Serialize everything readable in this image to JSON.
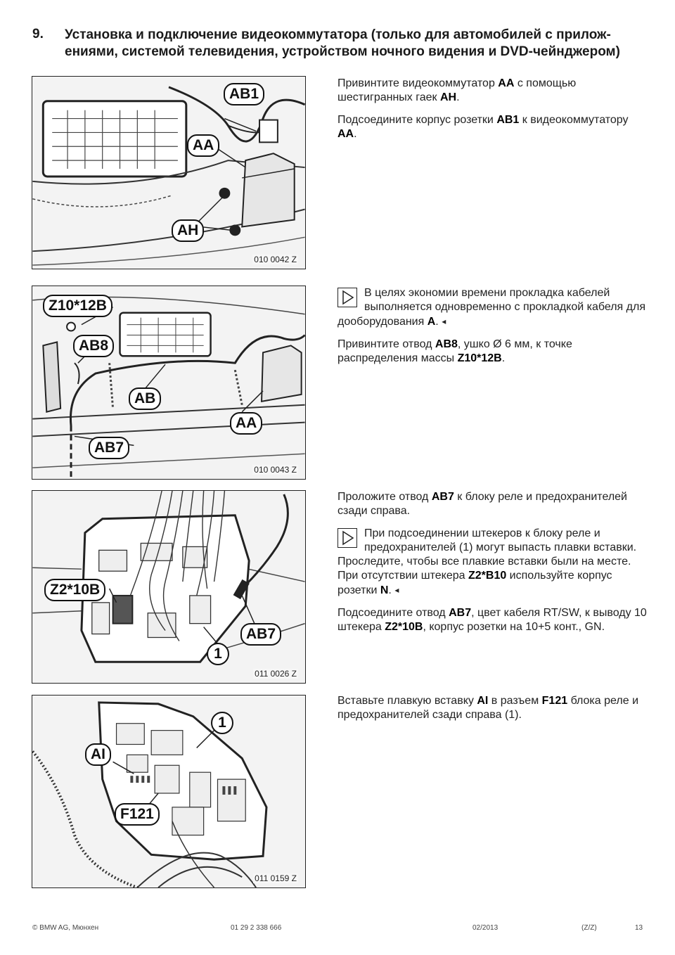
{
  "section": {
    "number": "9.",
    "title": "Установка и подключение видеокоммутатора (только для автомобилей с прилож- ениями, системой телевидения, устройством ночного видения и DVD-чейнджером)"
  },
  "figures": [
    {
      "code": "010 0042 Z",
      "labels": {
        "ab1": "AB1",
        "aa": "AA",
        "ah": "AH"
      }
    },
    {
      "code": "010 0043 Z",
      "labels": {
        "z10": "Z10*12B",
        "ab8": "AB8",
        "ab": "AB",
        "aa": "AA",
        "ab7": "AB7"
      }
    },
    {
      "code": "011 0026 Z",
      "labels": {
        "z2": "Z2*10B",
        "ab7": "AB7",
        "one": "1"
      }
    },
    {
      "code": "011 0159 Z",
      "labels": {
        "one": "1",
        "ai": "AI",
        "f121": "F121"
      }
    }
  ],
  "texts": {
    "s1p1": {
      "t1": "Привинтите видеокоммутатор ",
      "b1": "AA",
      "t2": " с помощью шестигранных гаек ",
      "b2": "AH",
      "t3": "."
    },
    "s1p2": {
      "t1": "Подсоедините корпус розетки ",
      "b1": "AB1",
      "t2": " к видеокоммутатору ",
      "b2": "AA",
      "t3": "."
    },
    "s2note": {
      "t1": "В целях экономии времени прокладка кабелей выполняется одновременно с прокладкой кабеля для дооборудования ",
      "b1": "A",
      "t2": ".",
      "end": "◂"
    },
    "s2p1": {
      "t1": "Привинтите отвод ",
      "b1": "AB8",
      "t2": ", ушко Ø 6 мм, к точке распределения массы ",
      "b2": "Z10*12B",
      "t3": "."
    },
    "s3p1": {
      "t1": "Проложите отвод ",
      "b1": "AB7",
      "t2": " к блоку реле и предохранителей сзади справа."
    },
    "s3note": {
      "t1": "При подсоединении штекеров к блоку реле и предохранителей (1) могут выпасть плавки вставки. Проследите, чтобы все плавкие вставки были на месте. При отсутствии штекера ",
      "b1": "Z2*B10",
      "t2": " используйте корпус розетки ",
      "b2": "N",
      "t3": ".",
      "end": "◂"
    },
    "s3p2": {
      "t1": "Подсоедините отвод ",
      "b1": "AB7",
      "t2": ", цвет кабеля RT/SW, к выводу 10 штекера ",
      "b2": "Z2*10B",
      "t3": ", корпус розетки на 10+5 конт., GN."
    },
    "s4p1": {
      "t1": "Вставьте плавкую вставку ",
      "b1": "AI",
      "t2": " в разъем ",
      "b2": "F121",
      "t3": " блока реле и предохранителей сзади справа (1)."
    }
  },
  "footer": {
    "copyright": "© BMW AG, Мюнхен",
    "part_number": "01 29 2 338 666",
    "date": "02/2013",
    "lang": "(Z/Z)",
    "page": "13"
  }
}
